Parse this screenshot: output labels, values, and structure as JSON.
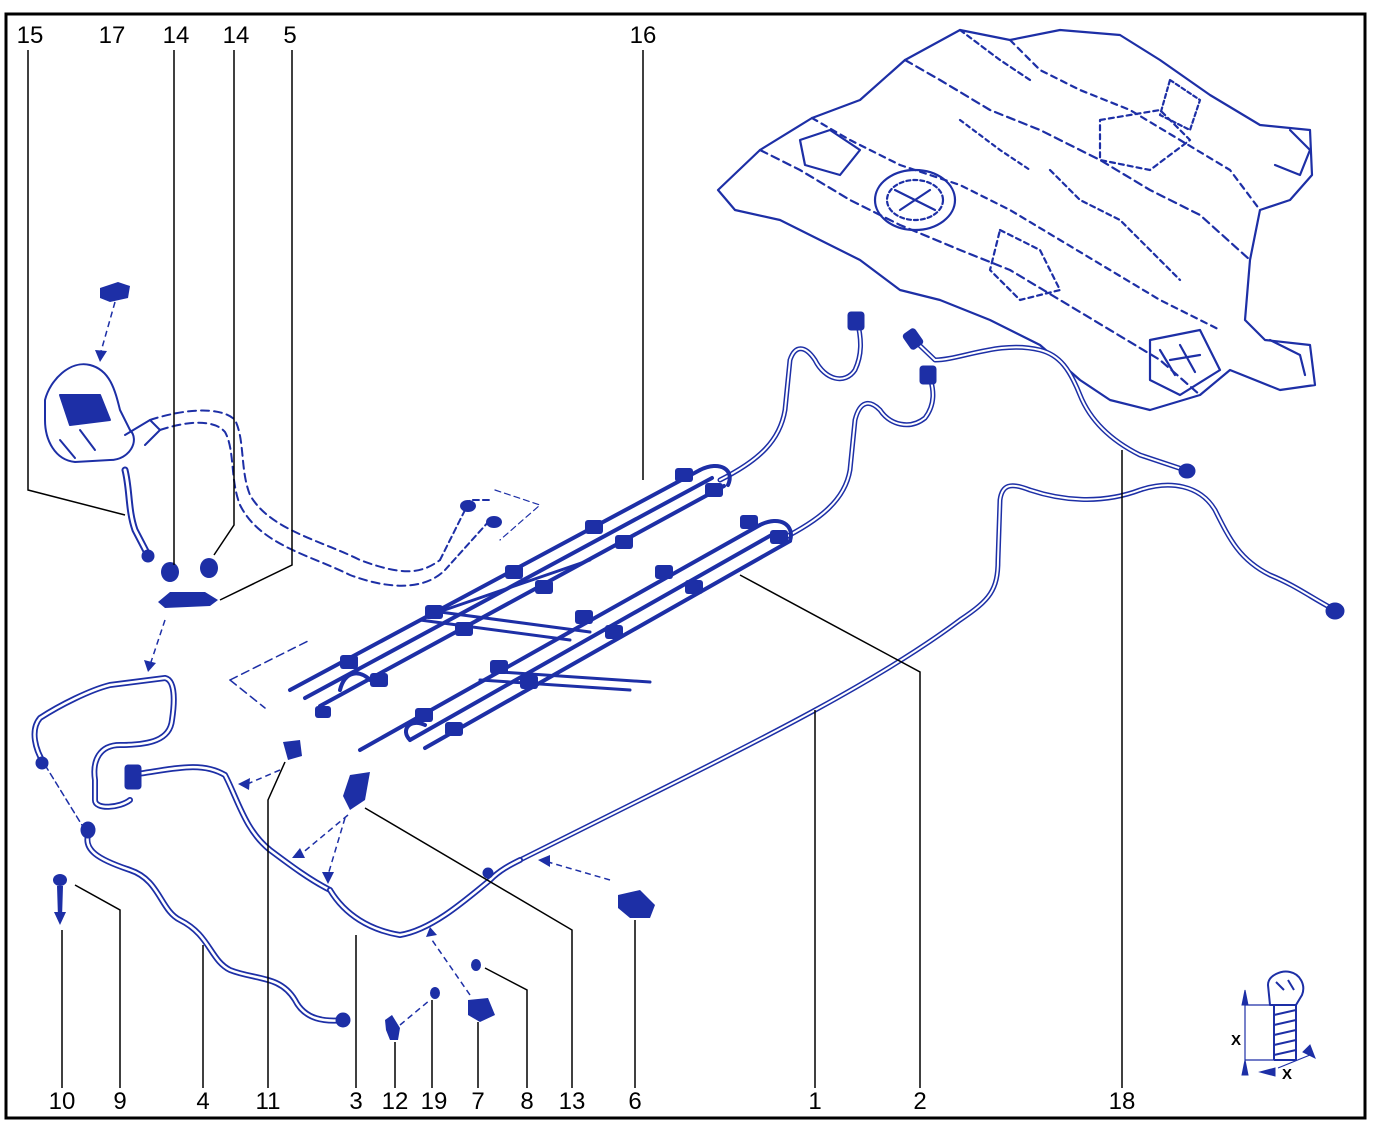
{
  "callouts": {
    "c15": "15",
    "c17": "17",
    "c14a": "14",
    "c14b": "14",
    "c5": "5",
    "c16": "16",
    "c10": "10",
    "c9": "9",
    "c4": "4",
    "c11": "11",
    "c3": "3",
    "c12": "12",
    "c19": "19",
    "c7": "7",
    "c8": "8",
    "c13": "13",
    "c6": "6",
    "c1": "1",
    "c2": "2",
    "c18": "18"
  },
  "dimension_detail": {
    "label_vertical": "X",
    "label_horizontal": "X"
  },
  "colors": {
    "ink": "#1d2fa6",
    "label": "#000000",
    "frame": "#000000"
  }
}
